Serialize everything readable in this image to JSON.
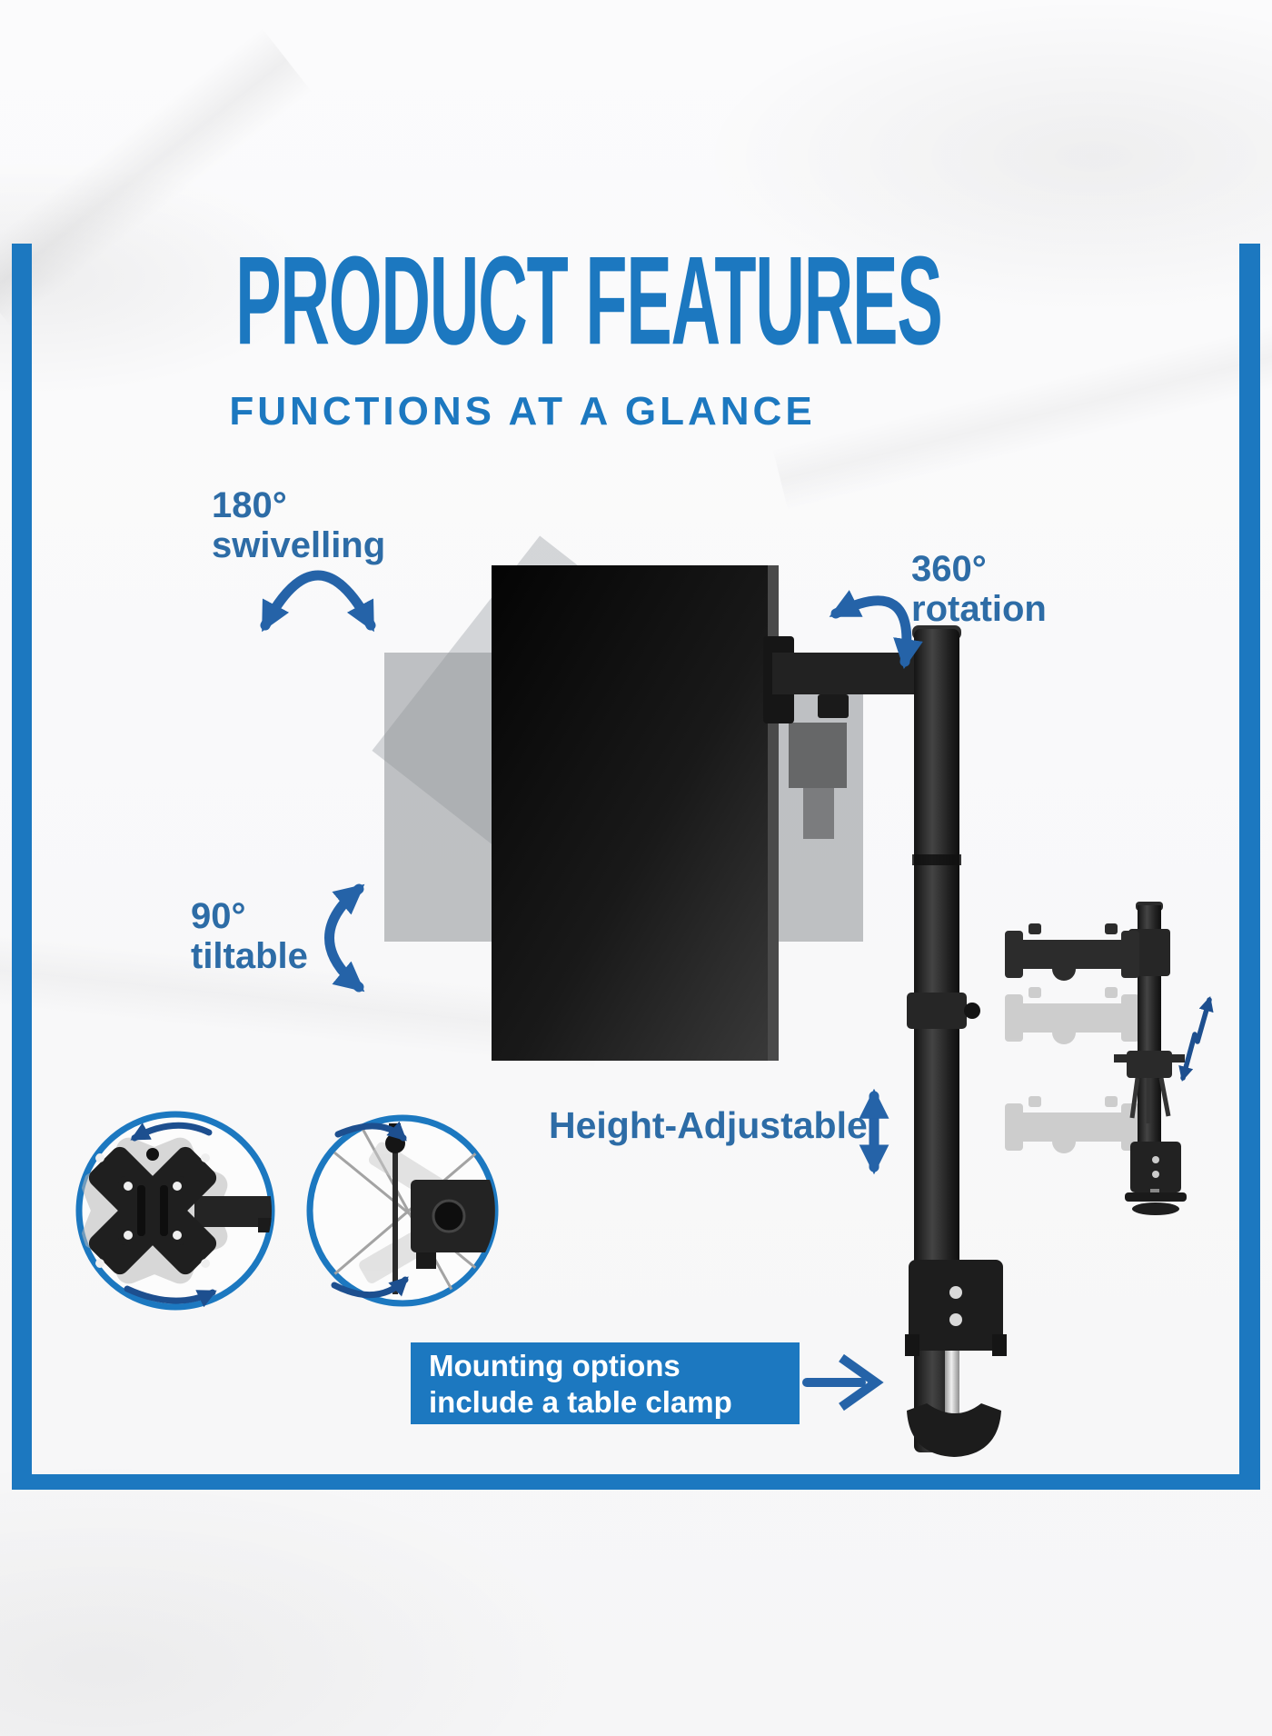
{
  "header": {
    "title": "PRODUCT FEATURES",
    "subtitle": "FUNCTIONS AT A GLANCE"
  },
  "features": {
    "swivel": {
      "degree": "180°",
      "label": "swivelling"
    },
    "rotation": {
      "degree": "360°",
      "label": "rotation"
    },
    "tilt": {
      "degree": "90°",
      "label": "tiltable"
    },
    "height_adjustable": {
      "label": "Height-Adjustable"
    },
    "mounting": {
      "line1": "Mounting options",
      "line2": "include a table clamp"
    }
  },
  "colors": {
    "brand_blue": "#1c78c0",
    "frame_blue": "#1c78c0",
    "label_blue": "#2d6ca6",
    "arrow_blue": "#2563a8",
    "inset_arrow_blue": "#1d4f8f",
    "box_text_white": "#ffffff"
  }
}
